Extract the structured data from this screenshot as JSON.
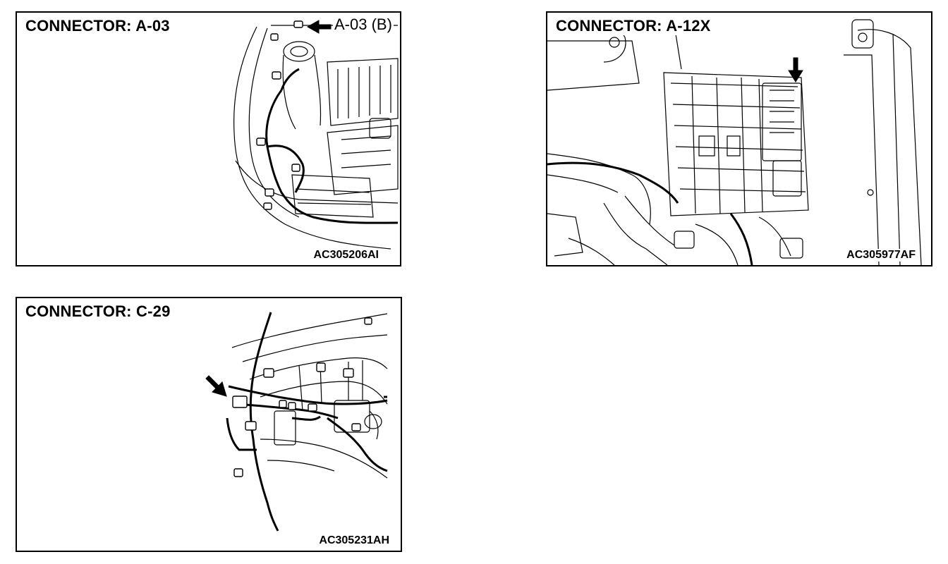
{
  "panels": [
    {
      "title": "CONNECTOR: A-03",
      "callout": "A-03 (B)",
      "code": "AC305206AI"
    },
    {
      "title": "CONNECTOR: A-12X",
      "code": "AC305977AF"
    },
    {
      "title": "CONNECTOR: C-29",
      "code": "AC305231AH"
    }
  ]
}
